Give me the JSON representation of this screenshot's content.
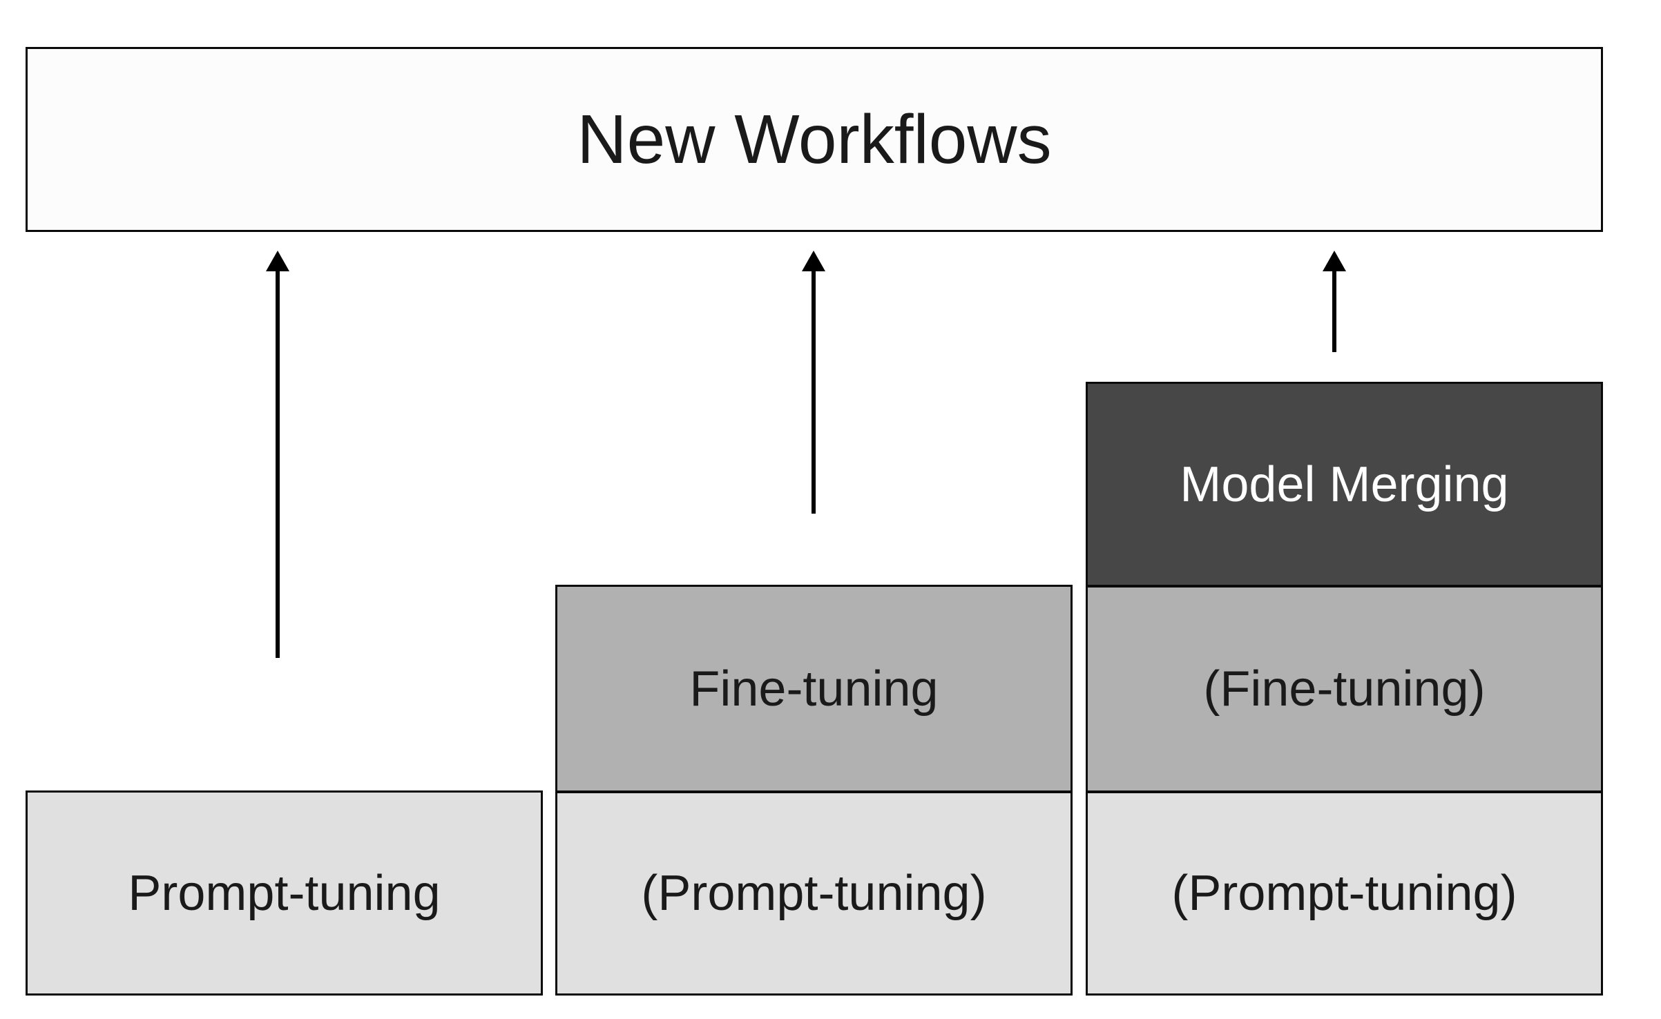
{
  "title_box": {
    "label": "New Workflows"
  },
  "columns": [
    {
      "name": "prompt-tuning-workflow",
      "segments": [
        {
          "label": "Prompt-tuning",
          "variant": "light"
        }
      ]
    },
    {
      "name": "fine-tuning-workflow",
      "segments": [
        {
          "label": "Fine-tuning",
          "variant": "medium"
        },
        {
          "label": "(Prompt-tuning)",
          "variant": "light"
        }
      ]
    },
    {
      "name": "model-merging-workflow",
      "segments": [
        {
          "label": "Model Merging",
          "variant": "dark"
        },
        {
          "label": "(Fine-tuning)",
          "variant": "medium"
        },
        {
          "label": "(Prompt-tuning)",
          "variant": "light"
        }
      ]
    }
  ],
  "arrows": [
    {
      "direction": "up",
      "from": "prompt-tuning-workflow",
      "to": "title_box"
    },
    {
      "direction": "up",
      "from": "fine-tuning-workflow",
      "to": "title_box"
    },
    {
      "direction": "up",
      "from": "model-merging-workflow",
      "to": "title_box"
    }
  ],
  "colors": {
    "bg": "#ffffff",
    "title-bg": "#fcfcfc",
    "light": "#e0e0e0",
    "medium": "#b1b1b1",
    "dark": "#474747",
    "border": "#0a0a0a",
    "arrow": "#000000",
    "text-dark": "#1a1a1a",
    "text-light": "#ffffff"
  }
}
